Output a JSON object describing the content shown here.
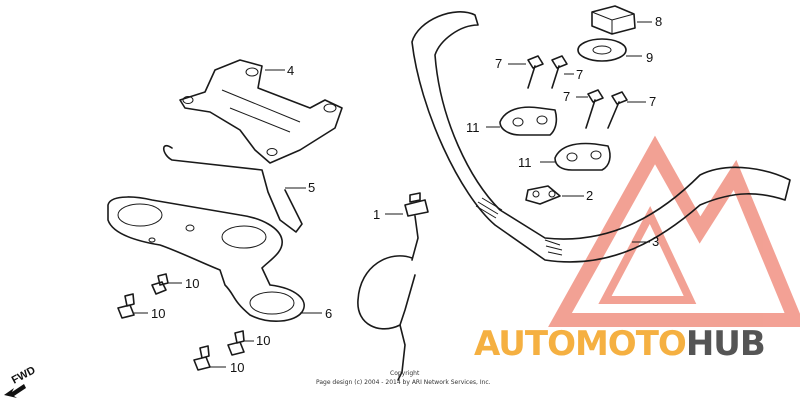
{
  "callouts": {
    "c1": "1",
    "c2": "2",
    "c3": "3",
    "c4": "4",
    "c5": "5",
    "c6": "6",
    "c7a": "7",
    "c7b": "7",
    "c7c": "7",
    "c7d": "7",
    "c8": "8",
    "c9": "9",
    "c10a": "10",
    "c10b": "10",
    "c10c": "10",
    "c10d": "10",
    "c11a": "11",
    "c11b": "11"
  },
  "fwd_label": "FWD",
  "copyright": {
    "line1": "Copyright",
    "line2": "Page design (c) 2004 - 2014 by ARI Network Services, Inc."
  },
  "watermark": {
    "part1": "AUTOMOTO",
    "part2": "HUB",
    "color_red": "#f08a7a",
    "color_orange": "#f5b041",
    "color_gray": "#555555"
  }
}
